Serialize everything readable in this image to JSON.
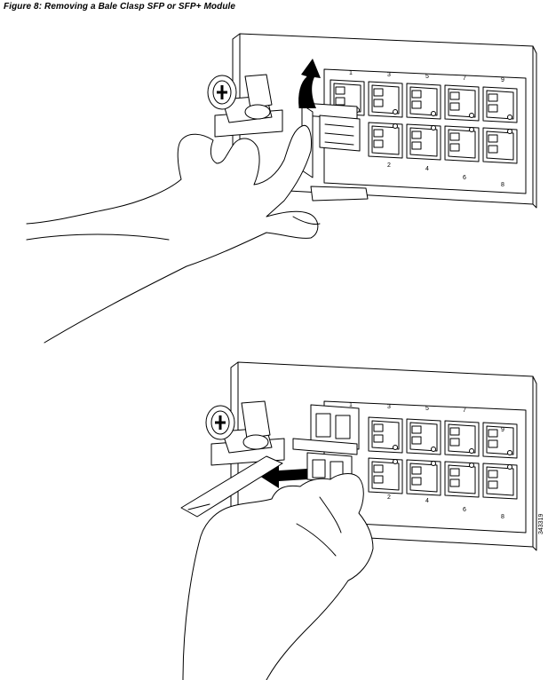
{
  "figure": {
    "caption": "Figure 8: Removing a Bale Clasp SFP or SFP+ Module",
    "figure_id": "343319"
  },
  "panel_top": {
    "port_numbers_top": [
      "1",
      "3",
      "5",
      "7",
      "9"
    ],
    "port_numbers_bottom": [
      "2",
      "4",
      "6",
      "8"
    ],
    "arrow_direction": "up"
  },
  "panel_bottom": {
    "port_numbers_top": [
      "1",
      "3",
      "5",
      "7",
      "9"
    ],
    "port_numbers_bottom": [
      "2",
      "4",
      "6",
      "8"
    ],
    "arrow_direction": "left"
  },
  "icons": {
    "top_arrow": "curved-up-arrow-icon",
    "bottom_arrow": "left-arrow-icon",
    "screw": "grounding-screw-icon"
  }
}
